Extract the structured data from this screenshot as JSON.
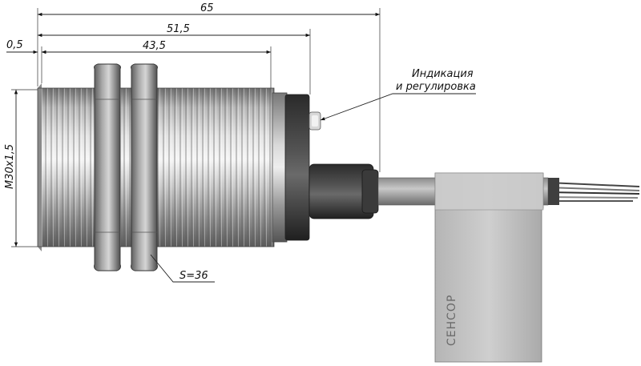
{
  "dimensions": {
    "overall_length": "65",
    "body_length": "51,5",
    "thread_length": "43,5",
    "chamfer": "0,5",
    "thread_spec": "M30x1,5",
    "nut_size": "S=36"
  },
  "callout": {
    "line1": "Индикация",
    "line2": "и регулировка"
  },
  "tag_label": "СЕНСОР"
}
